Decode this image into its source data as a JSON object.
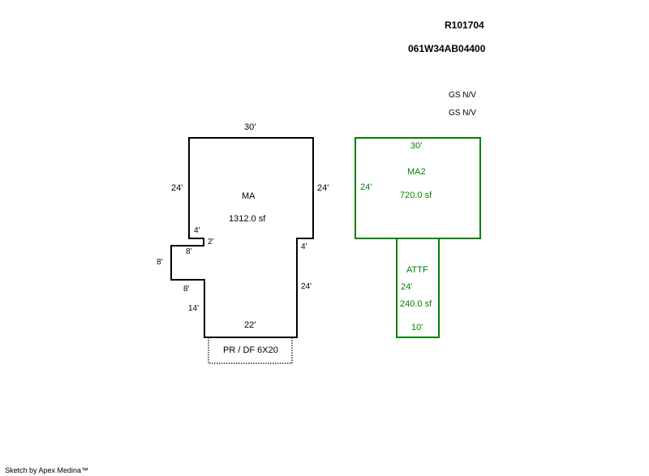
{
  "header": {
    "account_id": "R101704",
    "map_taxlot": "061W34AB04400",
    "legend_rows": [
      "GS  N/V",
      "GS  N/V"
    ]
  },
  "colors": {
    "main_area": "#000000",
    "second_area": "#008000",
    "porch": "#000000"
  },
  "area_ma": {
    "code": "MA",
    "area": "1312.0 sf",
    "dimensions": {
      "top": "30'",
      "left_upper": "24'",
      "right_upper": "24'",
      "notch_top": "4'",
      "notch_side": "2'",
      "bump_top": "8'",
      "bump_side": "8'",
      "bump_bottom": "8'",
      "left_lower": "14'",
      "bottom": "22'",
      "step_right": "4'",
      "right_lower": "24'"
    }
  },
  "area_ma2": {
    "code": "MA2",
    "area": "720.0 sf",
    "dimensions": {
      "top": "30'",
      "left": "24'"
    }
  },
  "area_attf": {
    "code": "ATTF",
    "area": "240.0 sf",
    "dimensions": {
      "left": "24'",
      "bottom": "10'"
    }
  },
  "porch": {
    "label": "PR / DF  6X20"
  },
  "footer": {
    "credit": "Sketch by Apex Medina™"
  }
}
